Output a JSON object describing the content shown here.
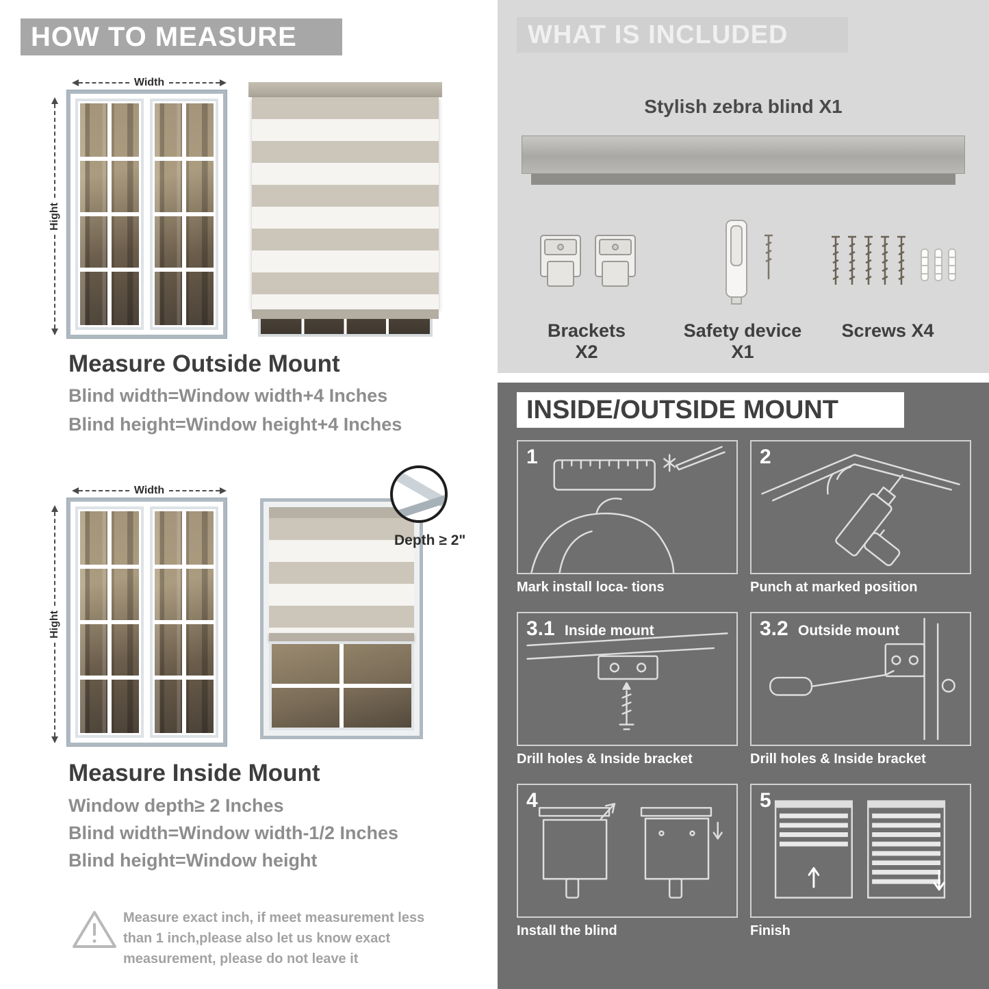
{
  "left": {
    "banner": "HOW TO MEASURE",
    "labels": {
      "width": "Width",
      "height": "Hight"
    },
    "outside": {
      "title": "Measure Outside Mount",
      "lines": [
        "Blind width=Window width+4 Inches",
        "Blind height=Window height+4 Inches"
      ]
    },
    "inside": {
      "title": "Measure Inside Mount",
      "depth_callout": "Depth ≥ 2\"",
      "lines": [
        "Window depth≥ 2 Inches",
        "Blind width=Window width-1/2 Inches",
        "Blind height=Window height"
      ]
    },
    "note": "Measure exact inch, if meet measurement less\nthan 1 inch,please also let us know exact\nmeasurement, please do not leave it"
  },
  "right": {
    "included": {
      "banner": "WHAT IS INCLUDED",
      "blind_title": "Stylish zebra blind X1",
      "item_labels": [
        "Brackets X2",
        "Safety device X1",
        "Screws X4"
      ]
    },
    "mount": {
      "banner": "INSIDE/OUTSIDE MOUNT",
      "steps": [
        {
          "num": "1",
          "label": "",
          "caption": "Mark install loca- tions"
        },
        {
          "num": "2",
          "label": "",
          "caption": "Punch at  marked position"
        },
        {
          "num": "3.1",
          "label": "Inside mount",
          "caption": "Drill holes &  Inside bracket"
        },
        {
          "num": "3.2",
          "label": "Outside mount",
          "caption": "Drill holes &  Inside bracket"
        },
        {
          "num": "4",
          "label": "",
          "caption": "Install the blind"
        },
        {
          "num": "5",
          "label": "",
          "caption": "Finish"
        }
      ]
    }
  }
}
